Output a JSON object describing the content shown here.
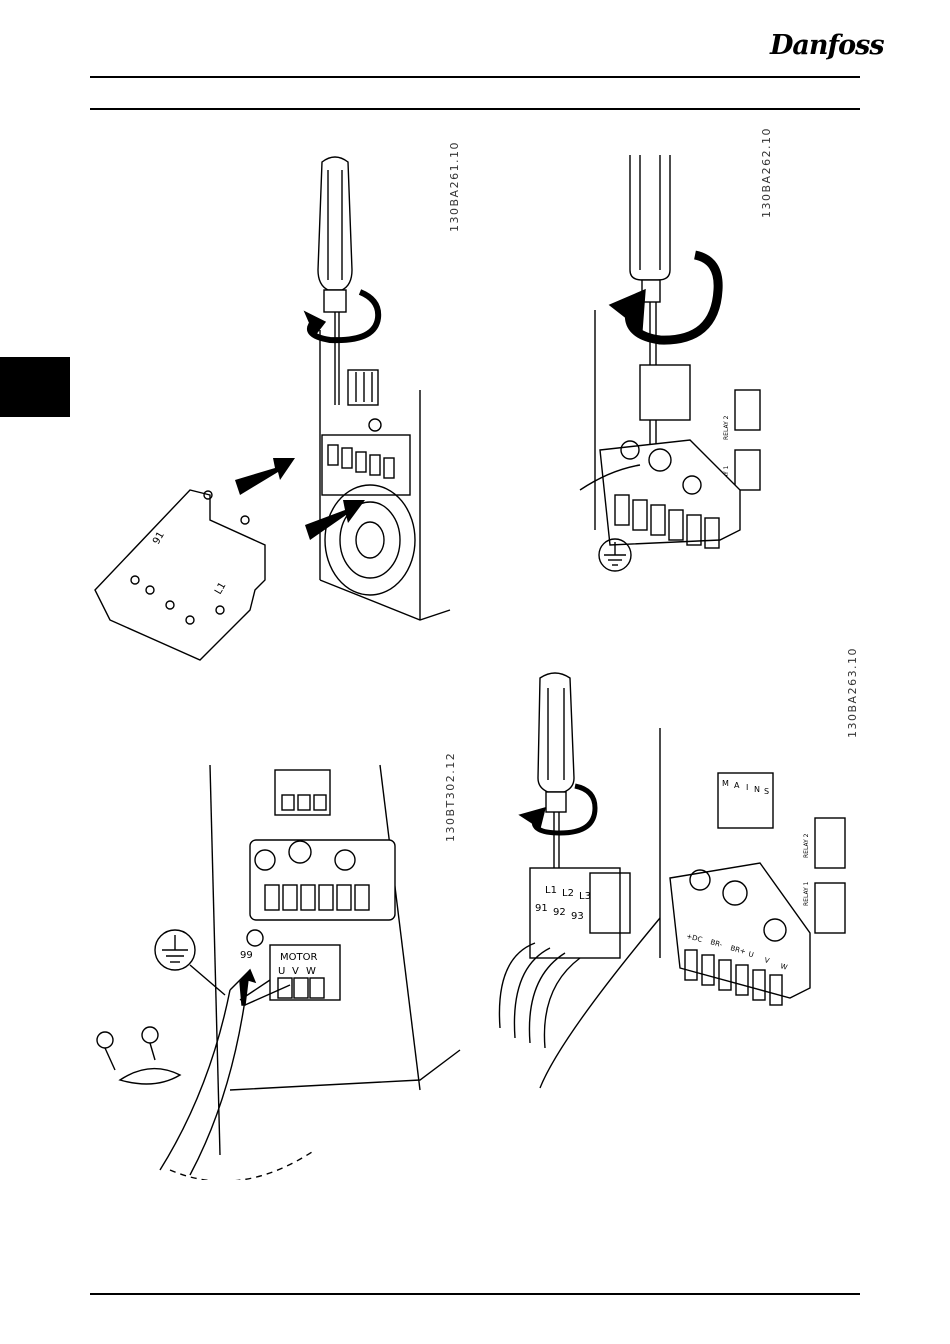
{
  "header": {
    "brand": "Danfoss"
  },
  "figures": [
    {
      "code": "130BA261.10",
      "labels": [
        "91",
        "L1"
      ]
    },
    {
      "code": "130BA262.10",
      "labels": [
        "RELAY 1",
        "RELAY 2"
      ]
    },
    {
      "code": "130BT302.12",
      "labels": [
        "99",
        "MOTOR",
        "U",
        "V",
        "W"
      ]
    },
    {
      "code": "130BA263.10",
      "labels": [
        "L1",
        "L2",
        "L3",
        "91",
        "92",
        "93",
        "RELAY 1",
        "RELAY 2",
        "+DC",
        "BR-",
        "BR+",
        "U",
        "V",
        "W",
        "M",
        "A",
        "I",
        "N",
        "S"
      ]
    }
  ]
}
